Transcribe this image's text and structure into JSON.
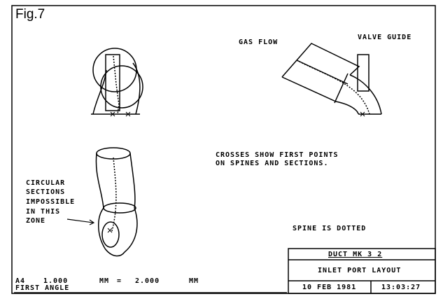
{
  "figure_label": "Fig.7",
  "labels": {
    "gas_flow": "GAS FLOW",
    "valve_guide": "VALVE GUIDE",
    "crosses_note_1": "CROSSES SHOW FIRST POINTS",
    "crosses_note_2": "ON SPINES AND SECTIONS.",
    "circular_1": "CIRCULAR",
    "circular_2": "SECTIONS",
    "circular_3": "IMPOSSIBLE",
    "circular_4": "IN THIS",
    "circular_5": "ZONE",
    "spine_note": "SPINE IS DOTTED"
  },
  "scale_line": {
    "paper": "A4",
    "value1": "1.000",
    "unit1": "MM",
    "equals": "=",
    "value2": "2.000",
    "unit2": "MM",
    "projection": "FIRST ANGLE"
  },
  "title_block": {
    "drawing_name": "DUCT MK 3 2",
    "title": "INLET PORT LAYOUT",
    "date": "10 FEB 1981",
    "time": "13:03:27"
  }
}
